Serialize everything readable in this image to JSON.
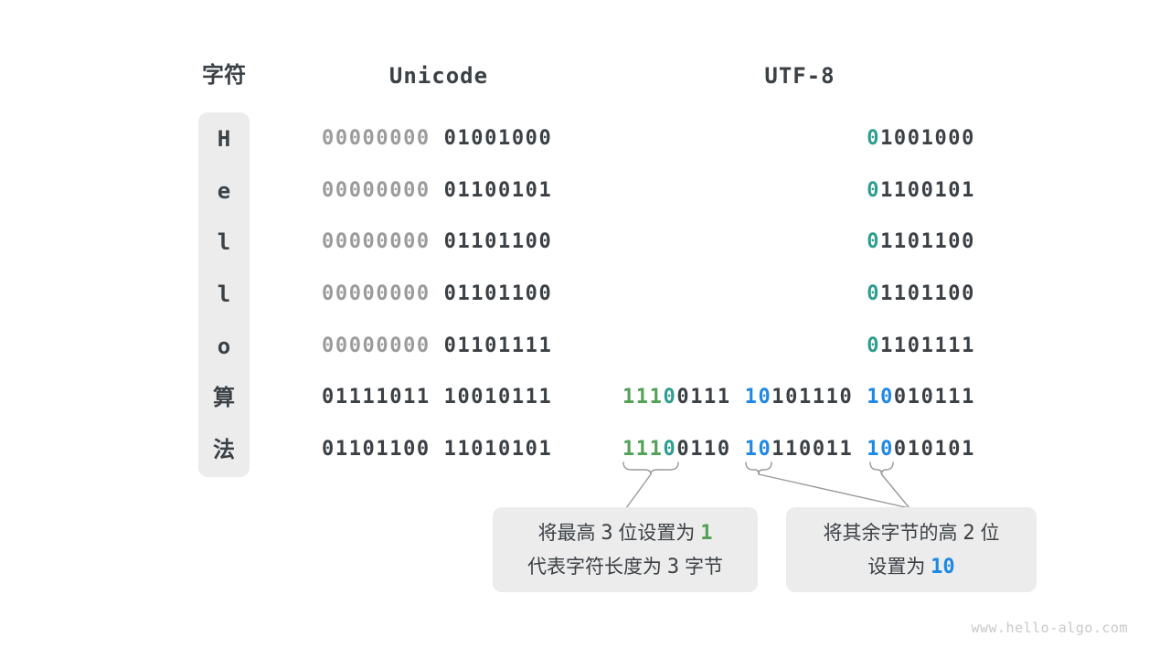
{
  "colors": {
    "dark": "#3b4045",
    "muted_zero": "#9b9b9b",
    "teal_prefix": "#2d9d8f",
    "green_prefix": "#53a158",
    "blue_prefix": "#1e88e5",
    "panel_bg": "#ececec"
  },
  "header": {
    "char_label": "字符",
    "unicode_label": "Unicode",
    "utf8_label": "UTF-8"
  },
  "rows": [
    {
      "char": "H",
      "unicode": [
        {
          "t": "00000000",
          "c": "muted"
        },
        {
          "t": " 01001000",
          "c": ""
        }
      ],
      "utf8": [
        {
          "t": "0",
          "c": "teal"
        },
        {
          "t": "1001000",
          "c": ""
        }
      ]
    },
    {
      "char": "e",
      "unicode": [
        {
          "t": "00000000",
          "c": "muted"
        },
        {
          "t": " 01100101",
          "c": ""
        }
      ],
      "utf8": [
        {
          "t": "0",
          "c": "teal"
        },
        {
          "t": "1100101",
          "c": ""
        }
      ]
    },
    {
      "char": "l",
      "unicode": [
        {
          "t": "00000000",
          "c": "muted"
        },
        {
          "t": " 01101100",
          "c": ""
        }
      ],
      "utf8": [
        {
          "t": "0",
          "c": "teal"
        },
        {
          "t": "1101100",
          "c": ""
        }
      ]
    },
    {
      "char": "l",
      "unicode": [
        {
          "t": "00000000",
          "c": "muted"
        },
        {
          "t": " 01101100",
          "c": ""
        }
      ],
      "utf8": [
        {
          "t": "0",
          "c": "teal"
        },
        {
          "t": "1101100",
          "c": ""
        }
      ]
    },
    {
      "char": "o",
      "unicode": [
        {
          "t": "00000000",
          "c": "muted"
        },
        {
          "t": " 01101111",
          "c": ""
        }
      ],
      "utf8": [
        {
          "t": "0",
          "c": "teal"
        },
        {
          "t": "1101111",
          "c": ""
        }
      ]
    },
    {
      "char": "算",
      "unicode": [
        {
          "t": "01111011 10010111",
          "c": ""
        }
      ],
      "utf8": [
        {
          "t": "111",
          "c": "green"
        },
        {
          "t": "0",
          "c": "teal"
        },
        {
          "t": "0111 ",
          "c": ""
        },
        {
          "t": "10",
          "c": "blue"
        },
        {
          "t": "101110 ",
          "c": ""
        },
        {
          "t": "10",
          "c": "blue"
        },
        {
          "t": "010111",
          "c": ""
        }
      ]
    },
    {
      "char": "法",
      "unicode": [
        {
          "t": "01101100 11010101",
          "c": ""
        }
      ],
      "utf8": [
        {
          "t": "111",
          "c": "green"
        },
        {
          "t": "0",
          "c": "teal"
        },
        {
          "t": "0110 ",
          "c": ""
        },
        {
          "t": "10",
          "c": "blue"
        },
        {
          "t": "110011 ",
          "c": ""
        },
        {
          "t": "10",
          "c": "blue"
        },
        {
          "t": "010101",
          "c": ""
        }
      ]
    }
  ],
  "annotations": [
    {
      "line1": [
        {
          "t": "将最高 ",
          "c": ""
        },
        {
          "t": "3",
          "c": "mono"
        },
        {
          "t": " 位设置为 ",
          "c": ""
        },
        {
          "t": "1",
          "c": "green mono"
        }
      ],
      "line2": [
        {
          "t": "代表字符长度为 ",
          "c": ""
        },
        {
          "t": "3",
          "c": "mono"
        },
        {
          "t": " 字节",
          "c": ""
        }
      ]
    },
    {
      "line1": [
        {
          "t": "将其余字节的高 ",
          "c": ""
        },
        {
          "t": "2",
          "c": "mono"
        },
        {
          "t": " 位",
          "c": ""
        }
      ],
      "line2": [
        {
          "t": "设置为 ",
          "c": ""
        },
        {
          "t": "10",
          "c": "blue mono"
        }
      ]
    }
  ],
  "watermark": "www.hello-algo.com"
}
